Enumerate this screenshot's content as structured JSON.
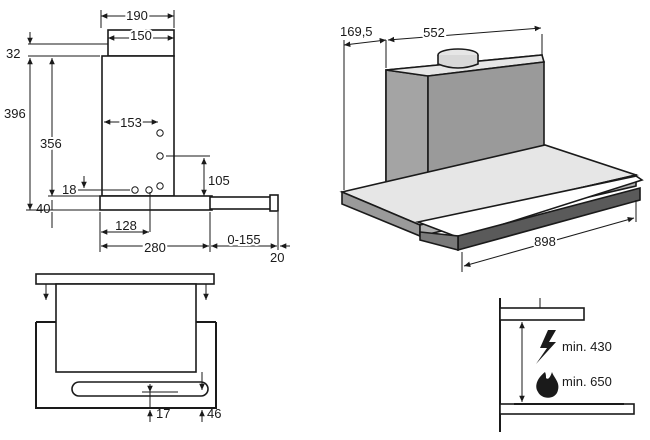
{
  "side_view": {
    "dim_width_total": "190",
    "dim_width_collar": "150",
    "dim_collar_height": "32",
    "dim_total_height": "396",
    "dim_body_height": "356",
    "dim_hole_offset": "153",
    "dim_hole_height": "105",
    "dim_hole_bottom": "18",
    "dim_tray_height": "40",
    "dim_tray_front": "128",
    "dim_depth": "280",
    "dim_extension": "0-155",
    "dim_handle": "20"
  },
  "iso_view": {
    "dim_depth": "169,5",
    "dim_width_chimney": "552",
    "dim_width_total": "898"
  },
  "front_view": {
    "dim_slot": "17",
    "dim_bottom": "46"
  },
  "install_view": {
    "min_electric": "min. 430",
    "min_gas": "min. 650"
  },
  "colors": {
    "line": "#1a1a1a",
    "fill_grey": "#9a9a9a",
    "fill_light": "#e6e6e6",
    "fill_dark": "#5a5a5a"
  },
  "icons": [
    "lightning-icon",
    "flame-icon"
  ]
}
